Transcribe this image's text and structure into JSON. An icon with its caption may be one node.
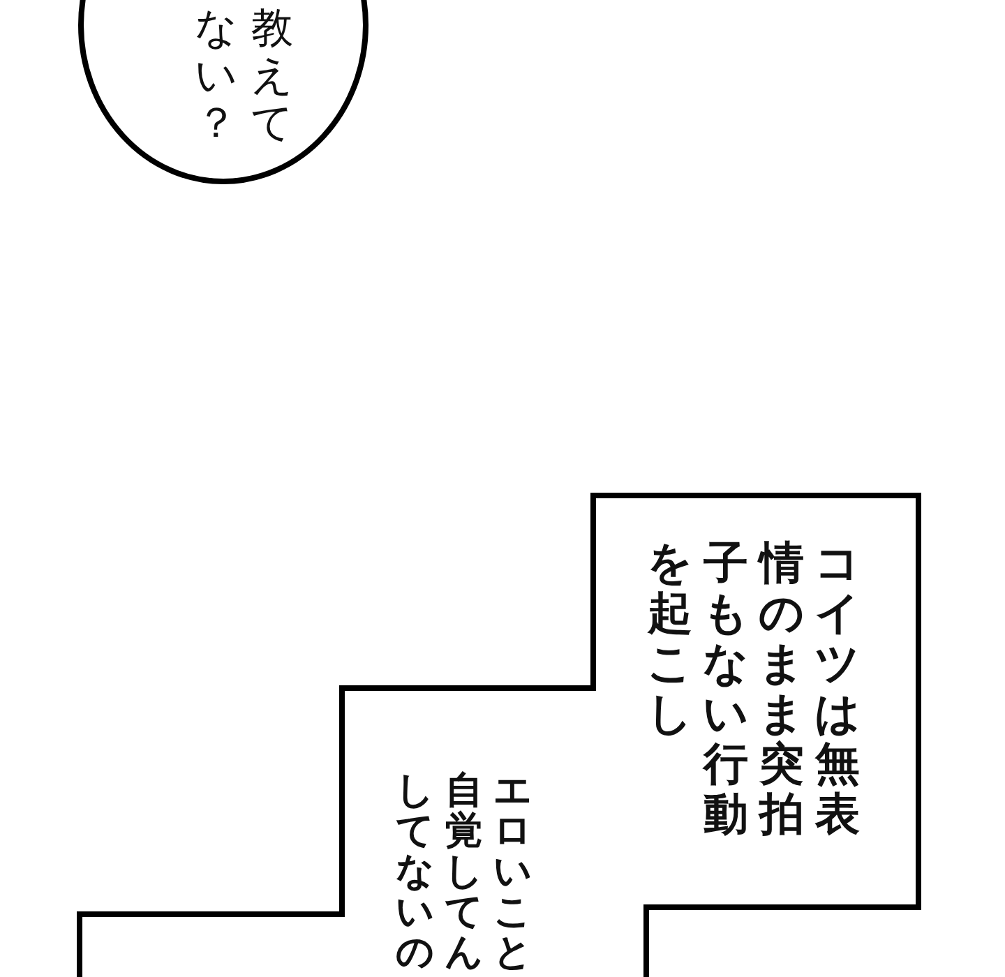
{
  "diagram": {
    "nodes": [
      {
        "text": [
          "教えてない？"
        ]
      },
      {
        "text": [
          "コイツは無表情のまま突拍子もない行動を起こし",
          "エロいこと自覚してんしてないの"
        ]
      }
    ]
  }
}
